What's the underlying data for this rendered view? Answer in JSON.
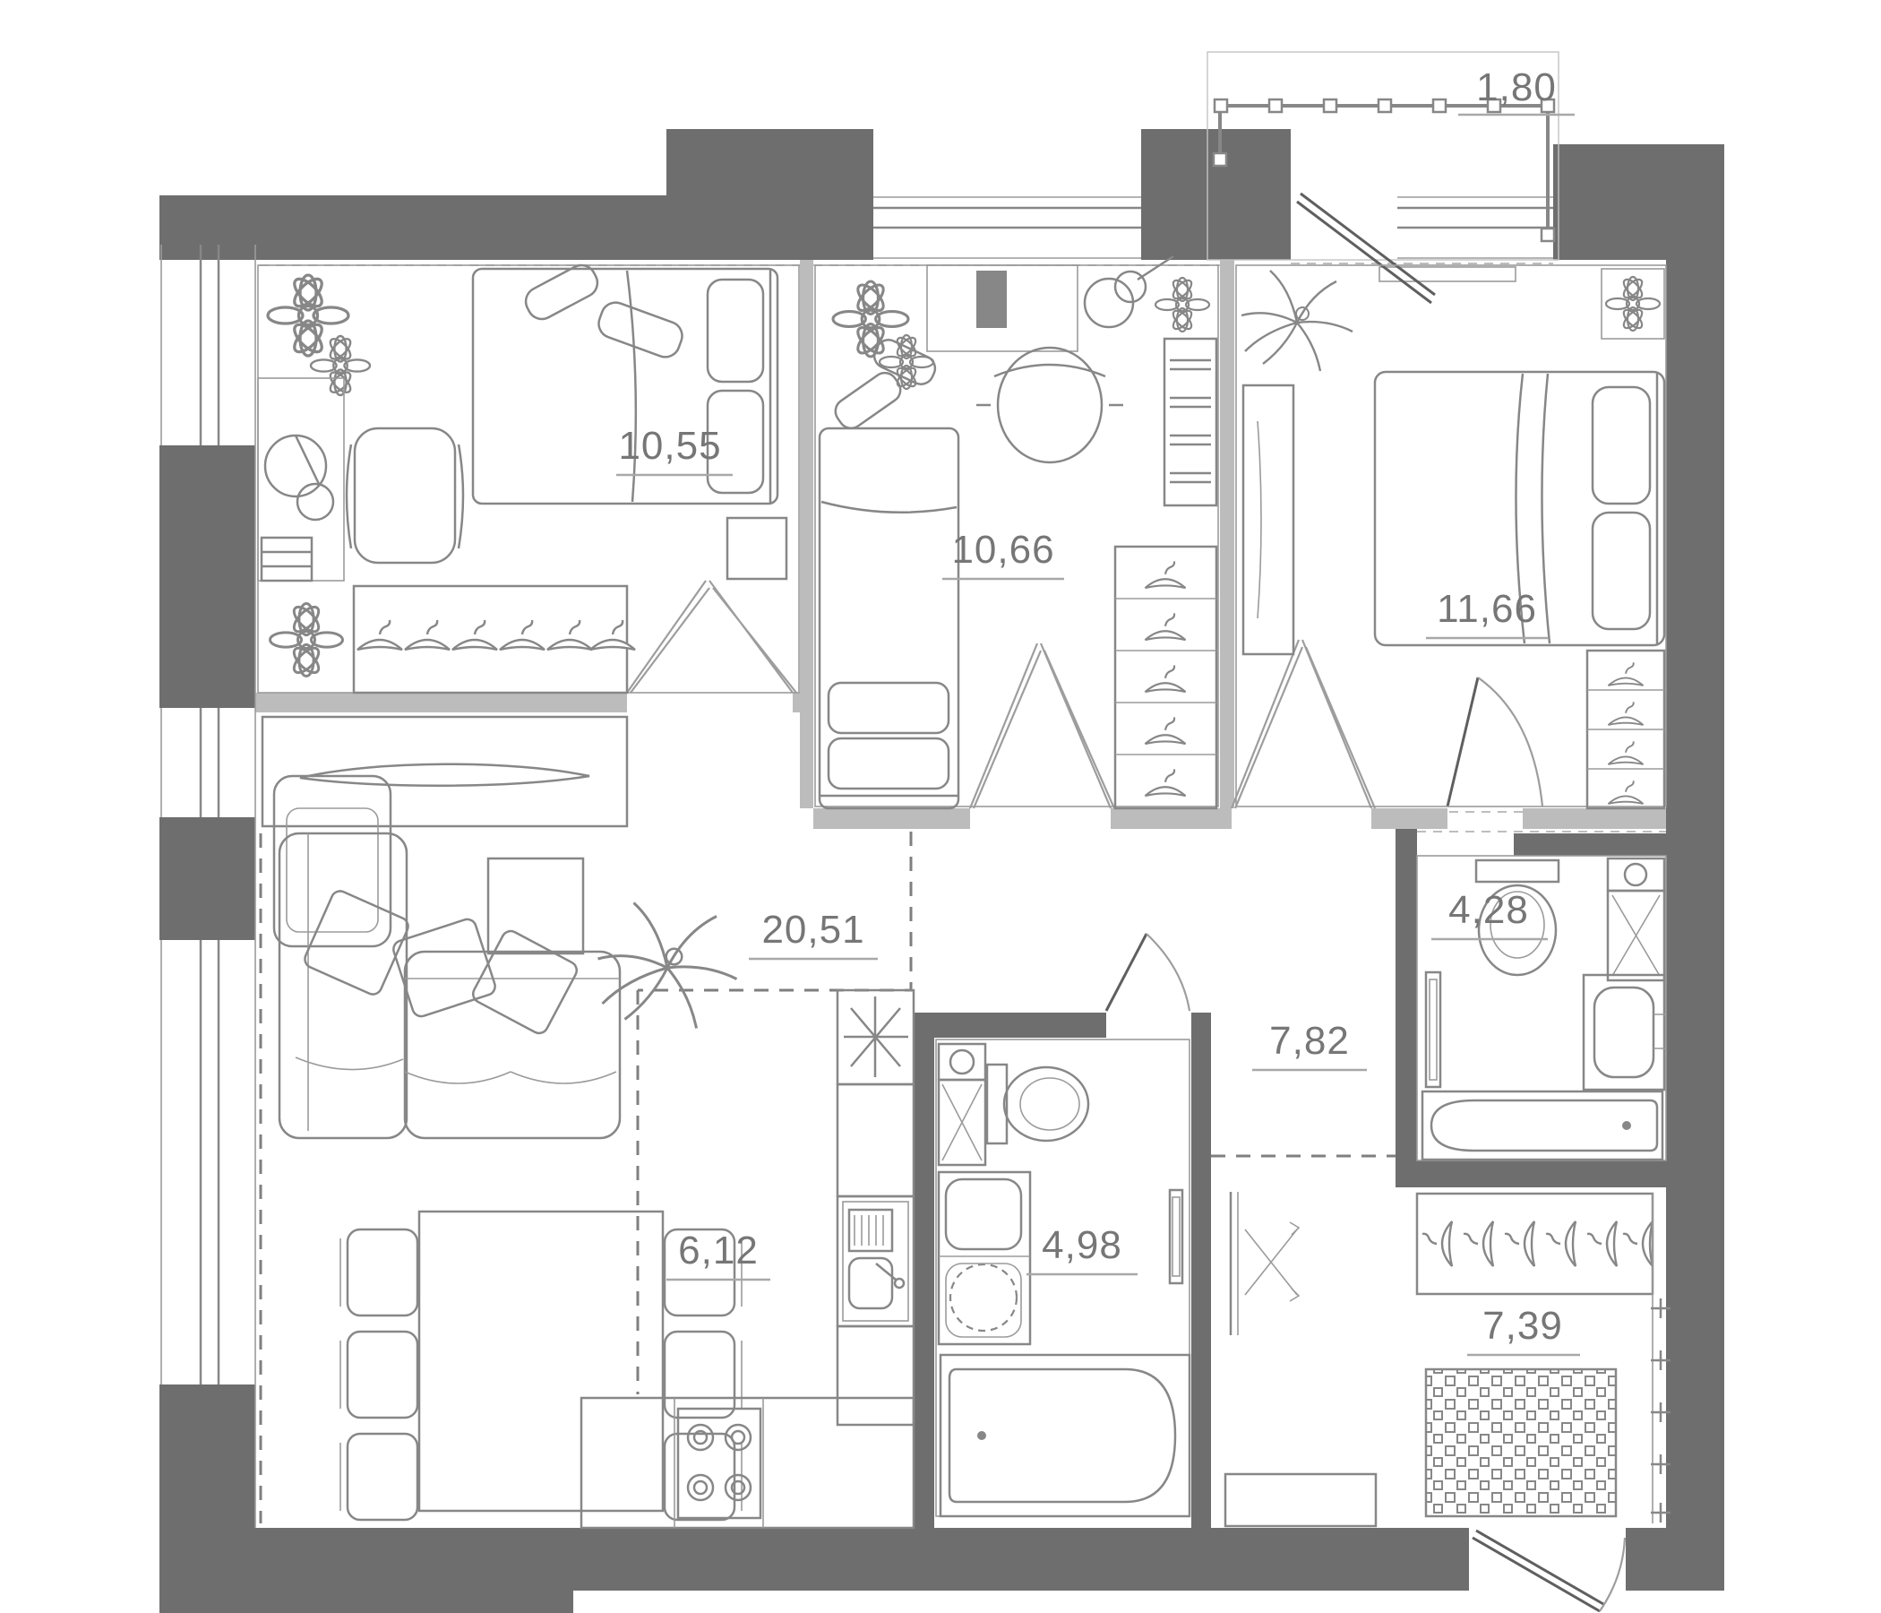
{
  "plan": {
    "type": "apartment-floor-plan",
    "rooms": [
      {
        "id": "bedroom-1",
        "area": "10,55"
      },
      {
        "id": "bedroom-2",
        "area": "10,66"
      },
      {
        "id": "bedroom-3",
        "area": "11,66"
      },
      {
        "id": "living-room",
        "area": "20,51"
      },
      {
        "id": "kitchen",
        "area": "6,12"
      },
      {
        "id": "bathroom",
        "area": "4,98"
      },
      {
        "id": "bathroom-2",
        "area": "4,28"
      },
      {
        "id": "hallway",
        "area": "7,82"
      },
      {
        "id": "entrance-hall",
        "area": "7,39"
      },
      {
        "id": "balcony",
        "area": "1,80"
      }
    ],
    "colors": {
      "wall": "#6e6e6e",
      "partition": "#bcbcbc",
      "furniture_line": "#878787",
      "label_text": "#767676",
      "background": "#ffffff"
    }
  }
}
